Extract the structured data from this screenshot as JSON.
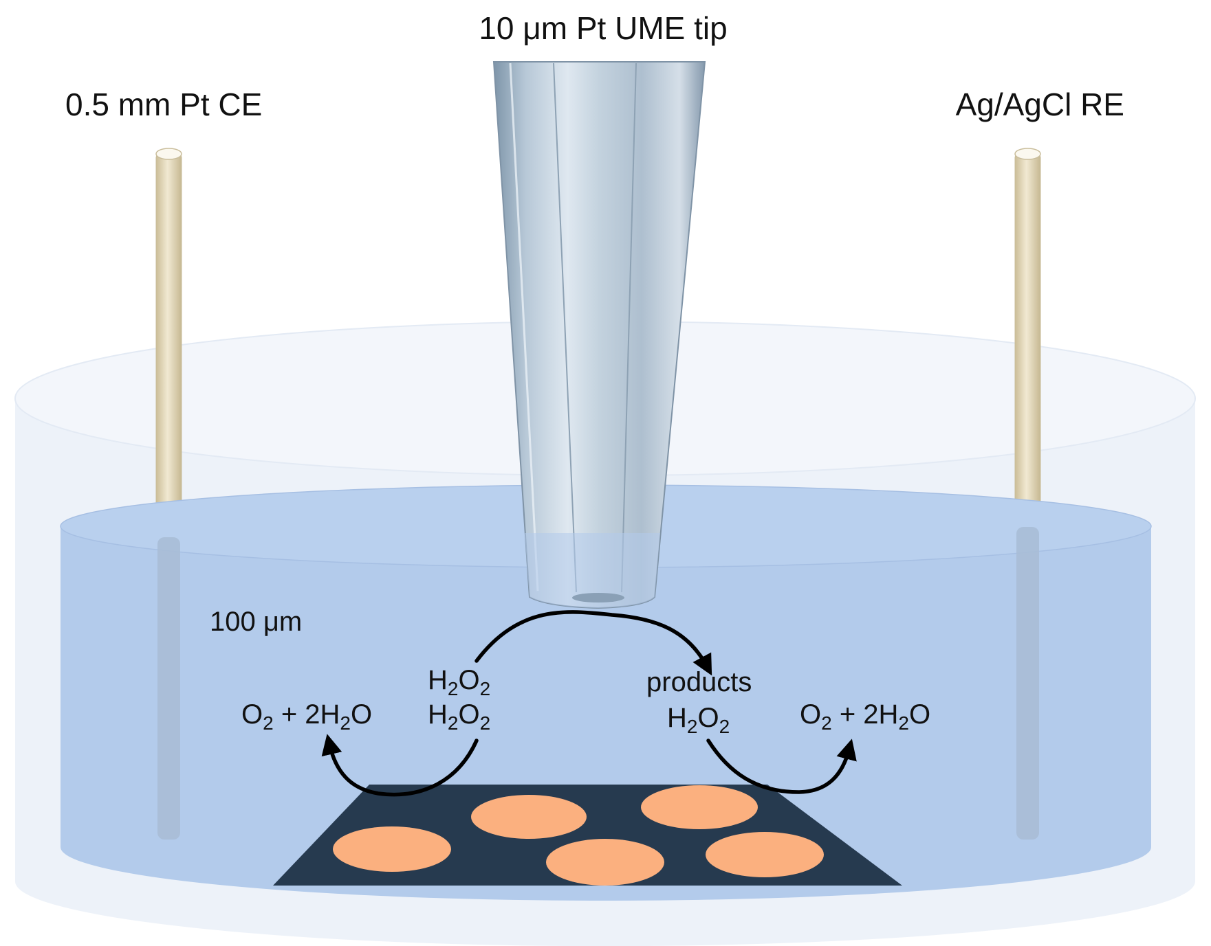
{
  "labels": {
    "tip": "10 μm Pt UME tip",
    "counter_electrode": "0.5 mm Pt CE",
    "reference_electrode": "Ag/AgCl RE",
    "distance": "100 μm",
    "left_stack_1": {
      "a": "H",
      "b": "2",
      "c": "O",
      "d": "2"
    },
    "left_stack_2": {
      "a": "H",
      "b": "2",
      "c": "O",
      "d": "2"
    },
    "right_products": "products",
    "right_h2o2": {
      "a": "H",
      "b": "2",
      "c": "O",
      "d": "2"
    },
    "left_result": {
      "a": "O",
      "b": "2",
      "c": " + 2H",
      "d": "2",
      "e": "O"
    },
    "right_result": {
      "a": "O",
      "b": "2",
      "c": " + 2H",
      "d": "2",
      "e": "O"
    }
  },
  "colors": {
    "vessel": "#eaf0f8",
    "solution": "#b3cbeb",
    "wire": "#e8dec4",
    "substrate": "#263a4f",
    "spot": "#fbb07f",
    "arrow": "#000000"
  }
}
